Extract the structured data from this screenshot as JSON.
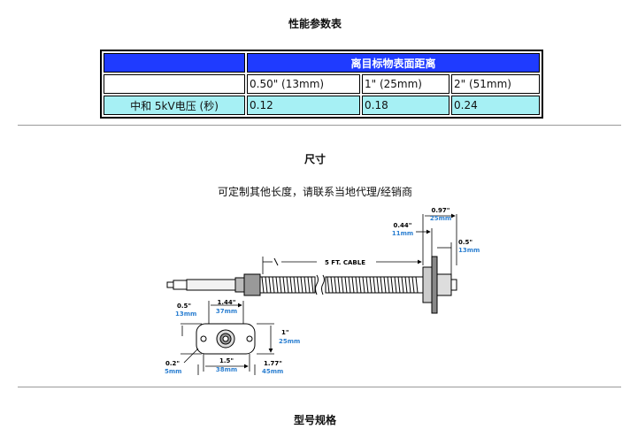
{
  "performance": {
    "title": "性能参数表",
    "header": "离目标物表面距离",
    "distances": [
      "0.50\" (13mm)",
      "1\" (25mm)",
      "2\" (51mm)"
    ],
    "row_label": "中和 5kV电压 (秒)",
    "values": [
      "0.12",
      "0.18",
      "0.24"
    ]
  },
  "dimensions": {
    "title": "尺寸",
    "note": "可定制其他长度，请联系当地代理/经销商",
    "cable_label": "5 FT. CABLE",
    "labels": {
      "d097_in": "0.97\"",
      "d097_mm": "25mm",
      "d044_in": "0.44\"",
      "d044_mm": "11mm",
      "d05r_in": "0.5\"",
      "d05r_mm": "13mm",
      "d05l_in": "0.5\"",
      "d05l_mm": "13mm",
      "d144_in": "1.44\"",
      "d144_mm": "37mm",
      "d1_in": "1\"",
      "d1_mm": "25mm",
      "d15_in": "1.5\"",
      "d15_mm": "38mm",
      "d177_in": "1.77\"",
      "d177_mm": "45mm",
      "d02_in": "0.2\"",
      "d02_mm": "5mm"
    }
  },
  "model": {
    "title": "型号规格"
  }
}
